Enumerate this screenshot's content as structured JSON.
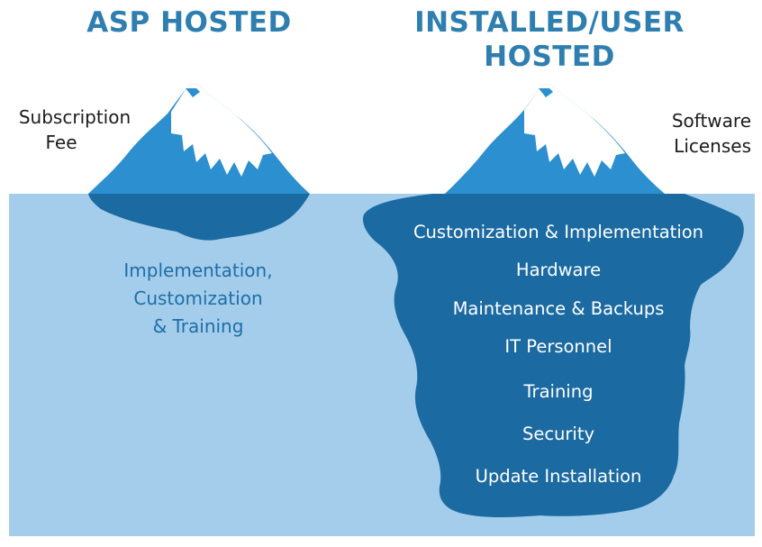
{
  "headings": {
    "asp": "ASP HOSTED",
    "installed_line1": "INSTALLED/USER",
    "installed_line2": "HOSTED"
  },
  "above_water": {
    "asp": [
      "Subscription",
      "Fee"
    ],
    "installed": [
      "Software",
      "Licenses"
    ]
  },
  "below_water": {
    "asp": [
      "Implementation,",
      "Customization",
      "& Training"
    ],
    "installed": [
      "Customization & Implementation",
      "Hardware",
      "Maintenance & Backups",
      "IT Personnel",
      "Training",
      "Security",
      "Update Installation"
    ]
  },
  "colors": {
    "heading": "#2e7fb0",
    "water": "#a3cdea",
    "iceberg_underwater": "#1b6aa2",
    "iceberg_peak": "#2b8fd0",
    "snow": "#ffffff",
    "asp_underwater_text": "#1f6ea8"
  }
}
